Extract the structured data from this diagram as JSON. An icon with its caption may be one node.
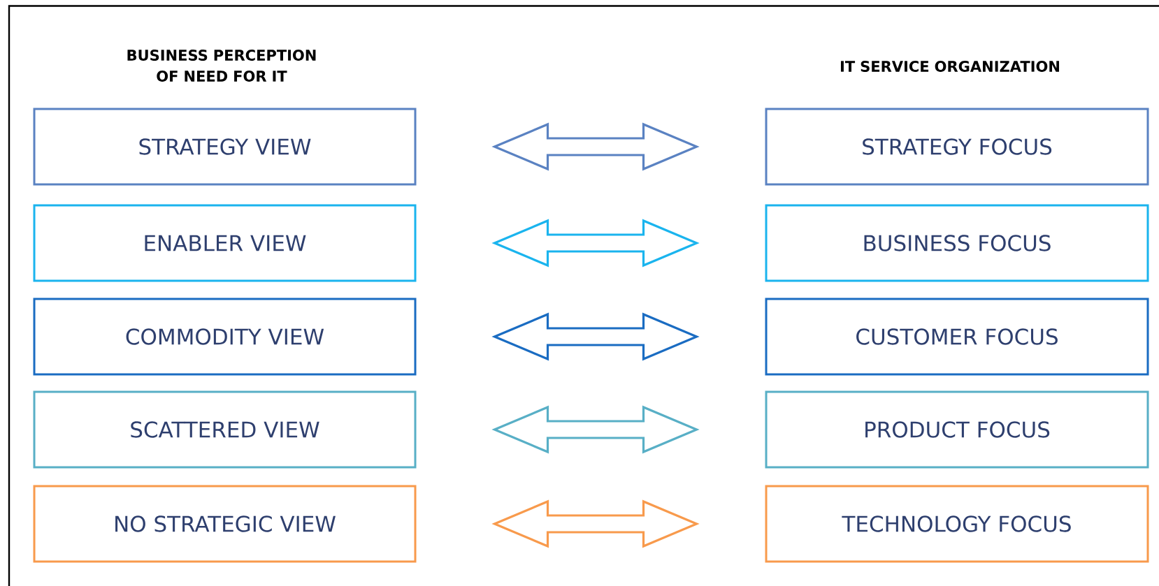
{
  "diagram": {
    "nodes": [
      {
        "text": [
          "STRATEGY VIEW"
        ]
      },
      {
        "text": [
          "STRATEGY FOCUS"
        ]
      },
      {
        "text": [
          "ENABLER VIEW"
        ]
      },
      {
        "text": [
          "BUSINESS FOCUS"
        ]
      },
      {
        "text": [
          "COMMODITY VIEW"
        ]
      },
      {
        "text": [
          "CUSTOMER FOCUS"
        ]
      },
      {
        "text": [
          "SCATTERED VIEW"
        ]
      },
      {
        "text": [
          "PRODUCT FOCUS"
        ]
      },
      {
        "text": [
          "NO STRATEGIC VIEW"
        ]
      },
      {
        "text": [
          "TECHNOLOGY FOCUS"
        ]
      }
    ],
    "edges": [
      {
        "from": 0,
        "to": 1,
        "arrow": "both",
        "color": "#5a82c2"
      },
      {
        "from": 2,
        "to": 3,
        "arrow": "both",
        "color": "#1ab4ee"
      },
      {
        "from": 4,
        "to": 5,
        "arrow": "both",
        "color": "#1a6cc2"
      },
      {
        "from": 6,
        "to": 7,
        "arrow": "both",
        "color": "#58afc6"
      },
      {
        "from": 8,
        "to": 9,
        "arrow": "both",
        "color": "#f89a4c"
      }
    ],
    "labels": [
      "BUSINESS PERCEPTION OF NEED FOR IT",
      "IT SERVICE ORGANIZATION"
    ]
  }
}
